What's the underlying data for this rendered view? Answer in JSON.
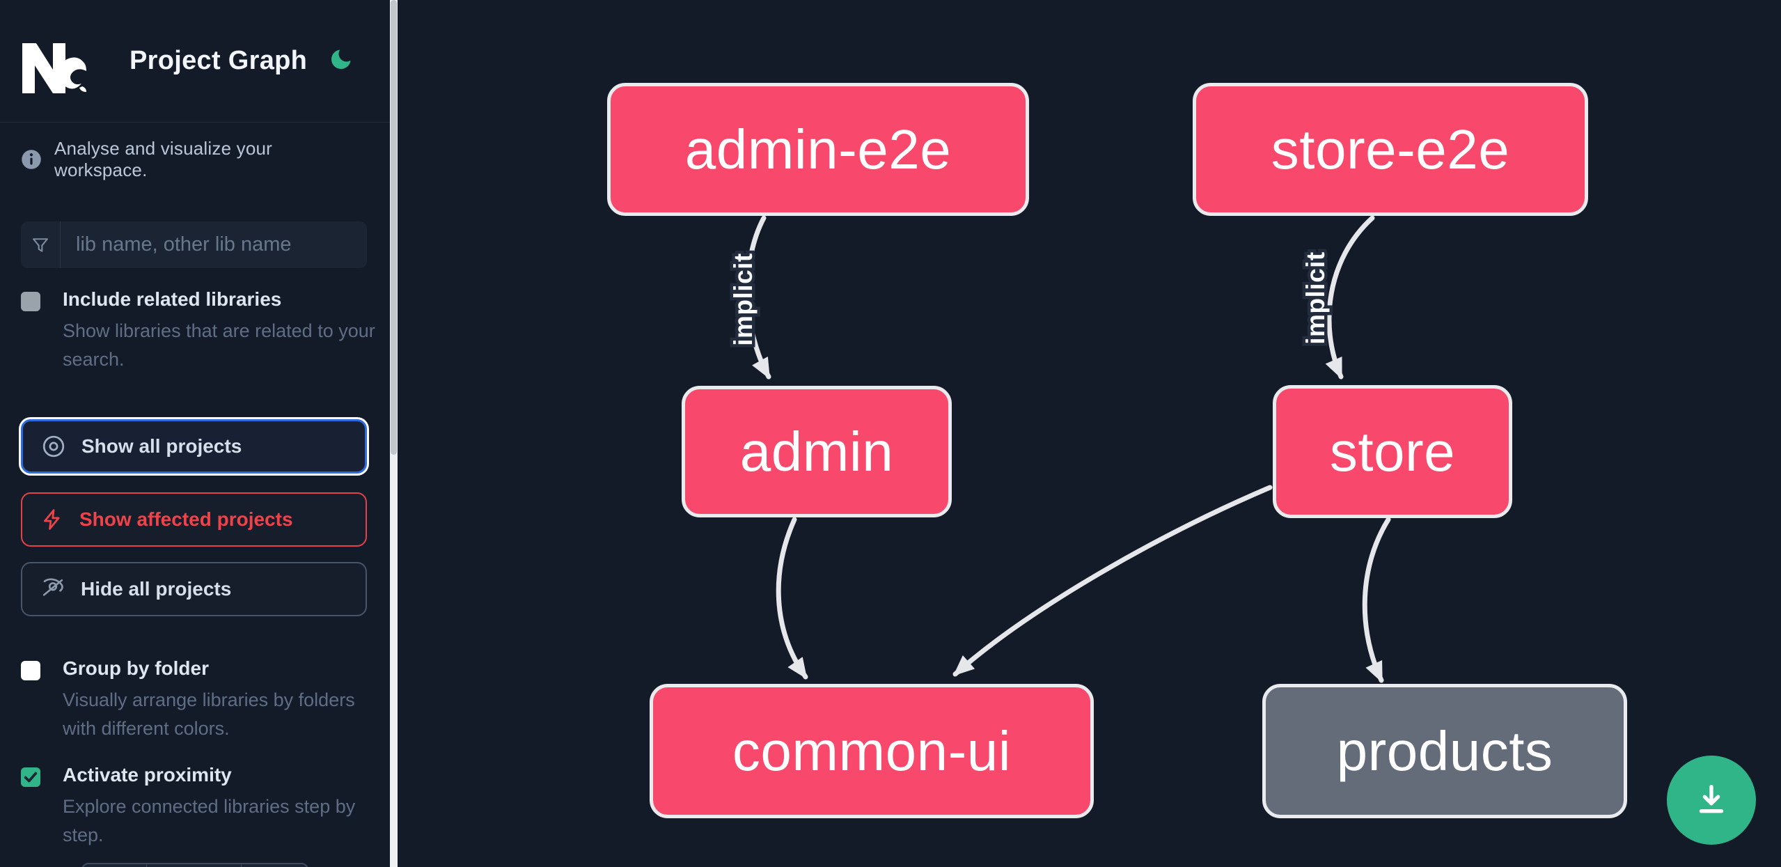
{
  "header": {
    "logo": "Nx",
    "title": "Project Graph",
    "theme_toggle_icon": "moon-icon",
    "theme_color": "#2fb588"
  },
  "sidebar": {
    "tagline": "Analyse and visualize your workspace.",
    "search": {
      "placeholder": "lib name, other lib name",
      "icon": "funnel-icon",
      "value": ""
    },
    "toggles": [
      {
        "label": "Include related libraries",
        "description": "Show libraries that are related to your search.",
        "checked": false
      },
      {
        "label": "Group by folder",
        "description": "Visually arrange libraries by folders with different colors.",
        "checked": false
      },
      {
        "label": "Activate proximity",
        "description": "Explore connected libraries step by step.",
        "checked": true
      }
    ],
    "actions": [
      {
        "label": "Show all projects",
        "icon": "eye-icon",
        "state": "focused"
      },
      {
        "label": "Show affected projects",
        "icon": "bolt-icon",
        "state": "default"
      },
      {
        "label": "Hide all projects",
        "icon": "eye-off-icon",
        "state": "default"
      }
    ]
  },
  "graph": {
    "nodes": [
      {
        "id": "admin-e2e",
        "label": "admin-e2e",
        "color": "pink"
      },
      {
        "id": "store-e2e",
        "label": "store-e2e",
        "color": "pink"
      },
      {
        "id": "admin",
        "label": "admin",
        "color": "pink"
      },
      {
        "id": "store",
        "label": "store",
        "color": "pink"
      },
      {
        "id": "common-ui",
        "label": "common-ui",
        "color": "pink"
      },
      {
        "id": "products",
        "label": "products",
        "color": "gray"
      }
    ],
    "edges": [
      {
        "source": "admin-e2e",
        "target": "admin",
        "label": "implicit"
      },
      {
        "source": "store-e2e",
        "target": "store",
        "label": "implicit"
      },
      {
        "source": "admin",
        "target": "common-ui",
        "label": ""
      },
      {
        "source": "store",
        "target": "common-ui",
        "label": ""
      },
      {
        "source": "store",
        "target": "products",
        "label": ""
      }
    ]
  },
  "fab": {
    "icon": "download-icon",
    "color": "#2fb588"
  },
  "colors": {
    "background": "#141b28",
    "node_pink": "#f8486b",
    "node_gray": "#646c7a",
    "node_border": "#e9ebee",
    "edge": "#e5e7ea",
    "accent_blue": "#2e6be0",
    "accent_red": "#ef4349",
    "accent_green": "#2fb588"
  }
}
